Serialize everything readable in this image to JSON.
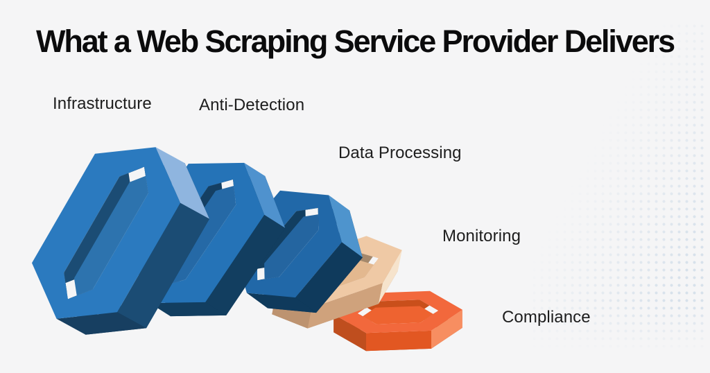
{
  "title": "What a Web Scraping Service Provider Delivers",
  "illustration": {
    "type": "falling-chain-links",
    "description": "Five 3D hexagonal chain links toppling like dominoes from upright at left to flat at right",
    "links": [
      {
        "id": "infrastructure",
        "label": "Infrastructure",
        "state": "upright",
        "palette": {
          "front": "#2B7ABF",
          "bandLight": "#8FB5DF",
          "bandMid": "#1B4C74",
          "bandDark": "#173F61",
          "back": "#123A58",
          "innerFar": "#1B4C74",
          "innerNear": "#2D73AE"
        }
      },
      {
        "id": "anti-detection",
        "label": "Anti-Detection",
        "state": "leaning",
        "palette": {
          "front": "#2573B7",
          "bandLight": "#4F92CE",
          "bandMid": "#174569",
          "bandDark": "#123E60",
          "back": "#113757",
          "innerFar": "#143F63",
          "innerNear": "#2569A6"
        }
      },
      {
        "id": "data-processing",
        "label": "Data Processing",
        "state": "falling",
        "palette": {
          "front": "#2168A8",
          "bandLight": "#4E94CD",
          "bandMid": "#123F61",
          "bandDark": "#0F3A5C",
          "back": "#0E3453",
          "innerFar": "#123E60",
          "innerNear": "#2465A0"
        }
      },
      {
        "id": "monitoring",
        "label": "Monitoring",
        "state": "nearly-flat",
        "palette": {
          "front": "#EFC9A5",
          "bandLight": "#F6E3CC",
          "bandMid": "#CFA27C",
          "bandDark": "#BD9370",
          "back": "#B98F6D",
          "innerFar": "#A5886B",
          "innerNear": "#E3B88F"
        }
      },
      {
        "id": "compliance",
        "label": "Compliance",
        "state": "flat",
        "palette": {
          "front": "#F2683C",
          "bandLight": "#F78E61",
          "bandMid": "#E25722",
          "bandDark": "#BF4E1E",
          "back": "#B8491B",
          "innerFar": "#C94F1B",
          "innerNear": "#EE6330"
        }
      }
    ]
  },
  "colors": {
    "background": "#f5f5f6",
    "title_text": "#0b0b0c",
    "label_text": "#1d1d1d",
    "dot_pattern": "#d7e1eb"
  }
}
